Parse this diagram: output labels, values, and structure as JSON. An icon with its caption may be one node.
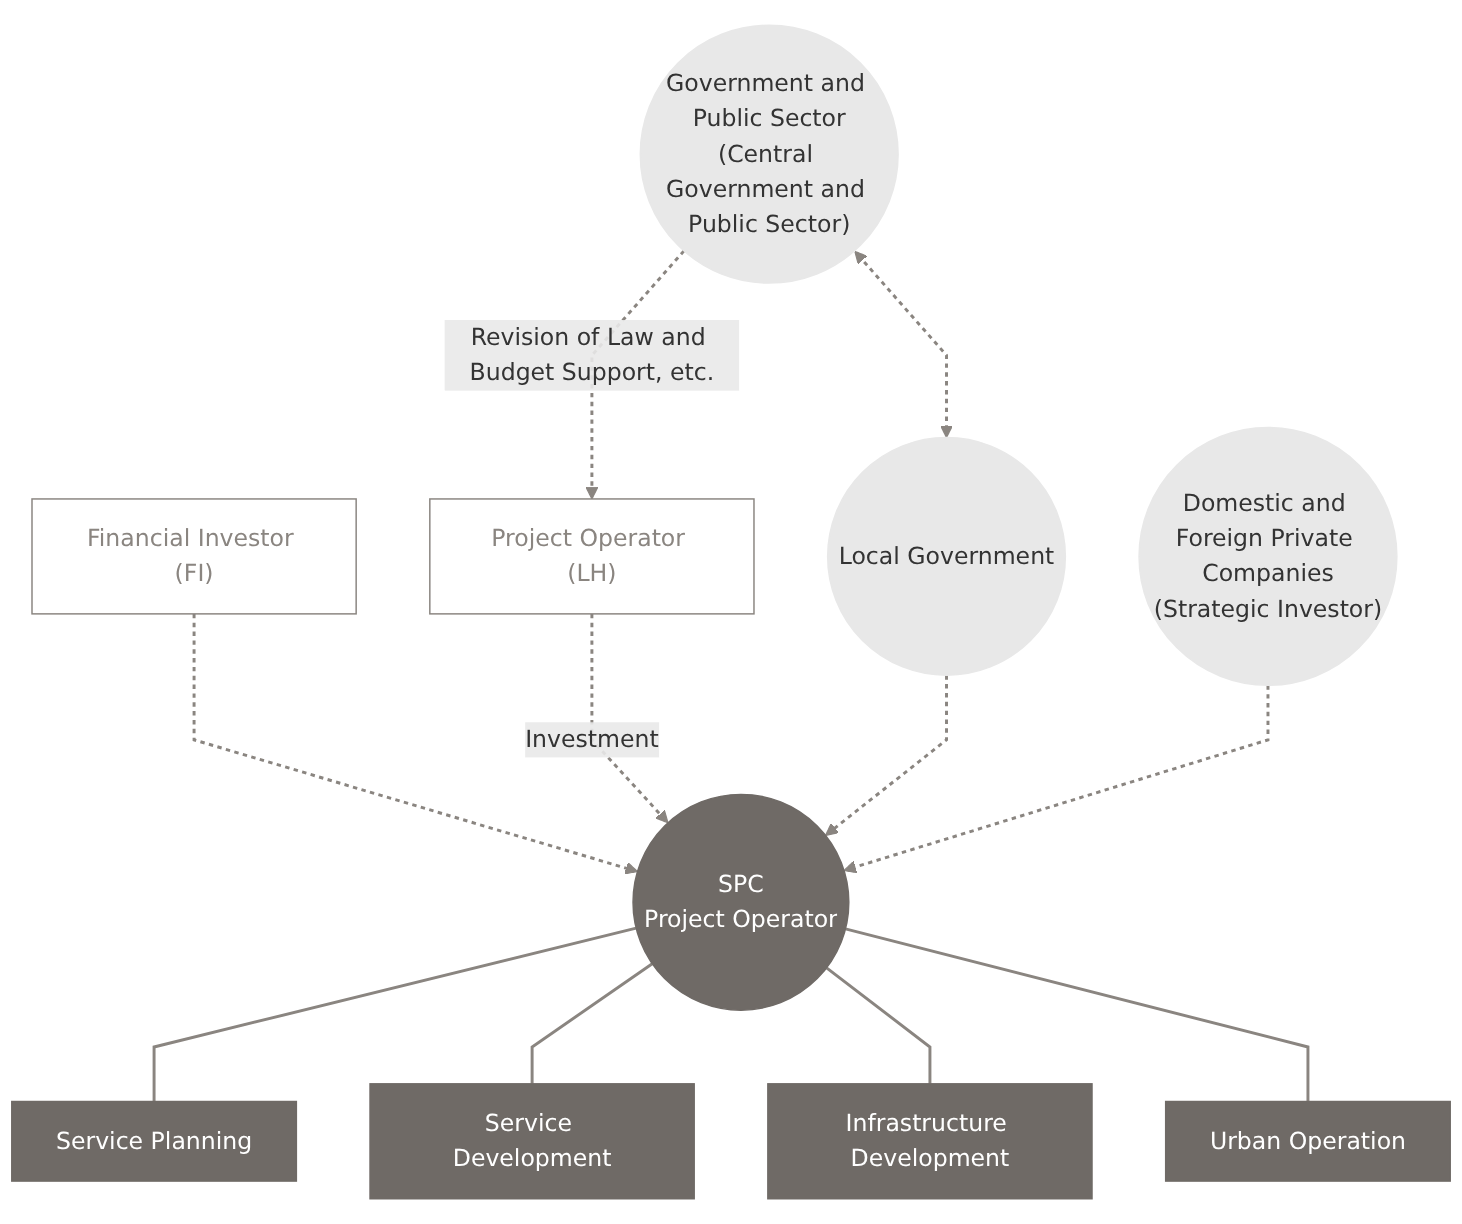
{
  "diagram": {
    "nodes": [
      {
        "text": [
          "Government and Public Sector",
          "(Central Government and Public Sector)"
        ]
      },
      {
        "text": [
          "Local Government"
        ]
      },
      {
        "text": [
          "Financial Investor (FI)"
        ]
      },
      {
        "text": [
          "Project Operator (LH)"
        ]
      },
      {
        "text": [
          "SPC",
          "Project Operator"
        ]
      },
      {
        "text": [
          "Domestic and Foreign Private Companies",
          "(Strategic Investor)"
        ]
      },
      {
        "text": [
          "Service Planning"
        ]
      },
      {
        "text": [
          "Service Development"
        ]
      },
      {
        "text": [
          "Infrastructure Development"
        ]
      },
      {
        "text": [
          "Urban Operation"
        ]
      }
    ],
    "edges": [
      {
        "from": 0,
        "to": 1,
        "arrow": "both",
        "style": "dashed"
      },
      {
        "from": 0,
        "to": 3,
        "arrow": "to",
        "style": "dashed",
        "label": "Revision of Law and Budget Support, etc."
      },
      {
        "from": 2,
        "to": 4,
        "arrow": "to",
        "style": "dashed"
      },
      {
        "from": 3,
        "to": 4,
        "arrow": "to",
        "style": "dashed",
        "label": "Investment"
      },
      {
        "from": 1,
        "to": 4,
        "arrow": "to",
        "style": "dashed"
      },
      {
        "from": 5,
        "to": 4,
        "arrow": "to",
        "style": "dashed"
      },
      {
        "from": 4,
        "to": 6,
        "arrow": "none"
      },
      {
        "from": 4,
        "to": 7,
        "arrow": "none"
      },
      {
        "from": 4,
        "to": 8,
        "arrow": "none"
      },
      {
        "from": 4,
        "to": 9,
        "arrow": "none"
      }
    ]
  }
}
